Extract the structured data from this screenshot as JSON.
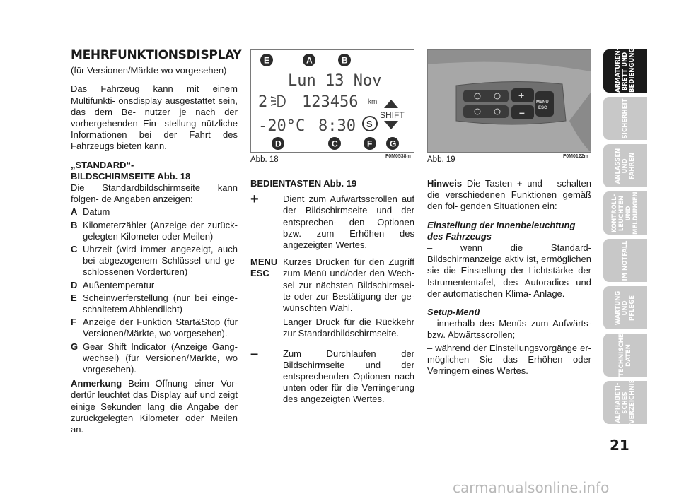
{
  "col1": {
    "title": "MEHRFUNKTIONSDISPLAY",
    "subtitle": "(für Versionen/Märkte wo vorgesehen)",
    "intro": "Das Fahrzeug kann mit einem Multifunkti- onsdisplay ausgestattet sein, das dem Be- nutzer je nach der vorhergehenden Ein- stellung nützliche Informationen bei der Fahrt des Fahrzeugs bieten kann.",
    "std_head_1": "„STANDARD“-",
    "std_head_2": "BILDSCHIRMSEITE Abb. 18",
    "std_intro": "Die Standardbildschirmseite kann folgen- de Angaben anzeigen:",
    "items": [
      {
        "k": "A",
        "v": "Datum"
      },
      {
        "k": "B",
        "v": "Kilometerzähler (Anzeige der zurück- gelegten Kilometer oder Meilen)"
      },
      {
        "k": "C",
        "v": "Uhrzeit (wird immer angezeigt, auch bei abgezogenem Schlüssel und ge- schlossenen Vordertüren)"
      },
      {
        "k": "D",
        "v": "Außentemperatur"
      },
      {
        "k": "E",
        "v": "Scheinwerferstellung (nur bei einge- schaltetem Abblendlicht)"
      },
      {
        "k": "F",
        "v": "Anzeige der Funktion Start&Stop (für Versionen/Märkte, wo vorgesehen)."
      },
      {
        "k": "G",
        "v": "Gear Shift Indicator (Anzeige Gang- wechsel) (für Versionen/Märkte, wo vorgesehen)."
      }
    ],
    "note_lead": "Anmerkung",
    "note_text": " Beim Öffnung einer Vor- dertür leuchtet das Display auf und zeigt einige Sekunden lang die Angabe der zurückgelegten Kilometer oder Meilen an."
  },
  "fig18": {
    "label": "Abb. 18",
    "code": "F0M0538m",
    "date": "Lun 13 Nov",
    "odometer": "123456",
    "unit": "km",
    "temp": "-20°C",
    "time": "8:30",
    "shift": "SHIFT",
    "gear": "2",
    "markers": [
      "E",
      "A",
      "B",
      "D",
      "C",
      "F",
      "G"
    ],
    "ss_letter": "S"
  },
  "fig19": {
    "label": "Abb. 19",
    "code": "F0M0122m",
    "plus": "+",
    "minus": "–",
    "menu_1": "MENU",
    "menu_2": "ESC"
  },
  "col2": {
    "head": "BEDIENTASTEN Abb. 19",
    "plus_k": "+",
    "plus_v": "Dient zum Aufwärtsscrollen auf der Bildschirmseite und der entsprechen- den Optionen bzw. zum Erhöhen des angezeigten Wertes.",
    "menu_k1": "MENU",
    "menu_k2": "ESC",
    "menu_v1": "Kurzes Drücken für den Zugriff zum Menü und/oder den Wech- sel zur nächsten Bildschirmsei- te oder zur Bestätigung der ge- wünschten Wahl.",
    "menu_v2": "Langer Druck für die Rückkehr zur Standardbildschirmseite.",
    "minus_k": "–",
    "minus_v": "Zum Durchlaufen der Bildschirmseite und der entsprechenden Optionen nach unten oder für die Verringerung des angezeigten Wertes."
  },
  "col3": {
    "hint_lead": "Hinweis",
    "hint_text": " Die Tasten + und – schalten die verschiedenen Funktionen gemäß den fol- genden Situationen ein:",
    "h1_a": "Einstellung der Innenbeleuchtung",
    "h1_b": "des Fahrzeugs",
    "p1": "– wenn die Standard- Bildschirmanzeige aktiv ist, ermöglichen sie die Einstellung der Lichtstärke der Istrumententafel, des Autoradios und der automatischen Klima- Anlage.",
    "h2": "Setup-Menü",
    "p2": "– innerhalb des Menüs zum Aufwärts- bzw. Abwärtsscrollen;",
    "p3": "– während der Einstellungsvorgänge er- möglichen Sie das Erhöhen oder Verringern eines Wertes."
  },
  "sidebar": {
    "tabs": [
      {
        "label": "ARMATUREN-\nBRETT UND\nBEDIENGUNGEN",
        "active": true
      },
      {
        "label": "SICHERHEIT",
        "active": false
      },
      {
        "label": "ANLASSEN\nUND FAHREN",
        "active": false
      },
      {
        "label": "KONTROLL-\nLEUCHTEN UND\nMELDUNGEN",
        "active": false
      },
      {
        "label": "IM NOTFALL",
        "active": false
      },
      {
        "label": "WARTUNG\nUND PFLEGE",
        "active": false
      },
      {
        "label": "TECHNISCHE\nDATEN",
        "active": false
      },
      {
        "label": "ALPHABETI-\nSCHES\nVERZEICHNIS",
        "active": false
      }
    ]
  },
  "page_number": "21",
  "watermark": "carmanualsonline.info",
  "colors": {
    "marker": "#2b2b2b",
    "active_tab": "#1a1a1a",
    "inactive_tab": "#c8c8c8"
  }
}
